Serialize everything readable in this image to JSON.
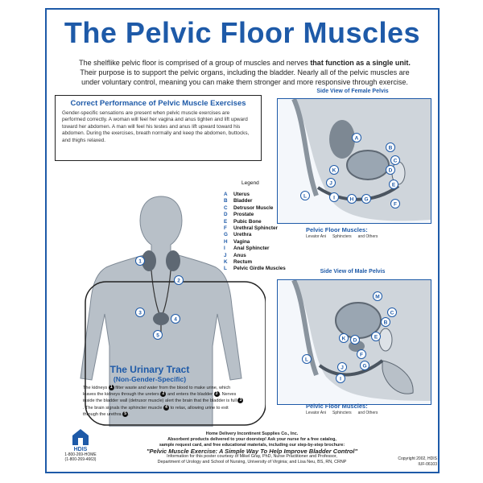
{
  "title": "The Pelvic Floor Muscles",
  "intro": {
    "part1": "The shelflike pelvic floor is comprised of a group of muscles and nerves ",
    "bold": "that function as a single unit.",
    "part2": " Their purpose is to support the pelvic organs, including the bladder.  Nearly all of the pelvic muscles are under voluntary control, meaning you can make them stronger and more responsive through exercise."
  },
  "performance": {
    "heading": "Correct Performance of Pelvic Muscle Exercises",
    "text": "Gender-specific sensations are present when pelvic muscle exercises are performed correctly.  A woman will feel her vagina and anus tighten and lift upward toward her abdomen.  A man will feel his testes and anus lift upward toward his abdomen.  During the exercises, breath normally and keep the abdomen, buttocks, and thighs relaxed."
  },
  "legend": {
    "heading": "Legend",
    "items": [
      {
        "key": "A",
        "label": "Uterus"
      },
      {
        "key": "B",
        "label": "Bladder"
      },
      {
        "key": "C",
        "label": "Detrusor Muscle"
      },
      {
        "key": "D",
        "label": "Prostate"
      },
      {
        "key": "E",
        "label": "Pubic Bone"
      },
      {
        "key": "F",
        "label": "Urethral Sphincter"
      },
      {
        "key": "G",
        "label": "Urethra"
      },
      {
        "key": "H",
        "label": "Vagina"
      },
      {
        "key": "I",
        "label": "Anal Sphincter"
      },
      {
        "key": "J",
        "label": "Anus"
      },
      {
        "key": "K",
        "label": "Rectum"
      },
      {
        "key": "L",
        "label": "Pelvic Girdle Muscles"
      }
    ]
  },
  "female_view": {
    "heading": "Side View of Female Pelvis",
    "markers": [
      "A",
      "B",
      "C",
      "D",
      "E",
      "F",
      "G",
      "H",
      "I",
      "J",
      "K",
      "L"
    ],
    "pfm_label": "Pelvic Floor Muscles:",
    "pfm_items": [
      "Levator Ani",
      "Sphincters",
      "and Others"
    ]
  },
  "male_view": {
    "heading": "Side View of Male Pelvis",
    "markers": [
      "M",
      "C",
      "B",
      "E",
      "D",
      "K",
      "F",
      "G",
      "J",
      "I",
      "L"
    ],
    "pfm_label": "Pelvic Floor Muscles:",
    "pfm_items": [
      "Levator Ani",
      "Sphincters",
      "and Others"
    ]
  },
  "body_markers": [
    "1",
    "2",
    "3",
    "4",
    "5"
  ],
  "urinary": {
    "title": "The Urinary Tract",
    "subtitle": "(Non-Gender-Specific)",
    "text1": "The kidneys ",
    "text2": " filter waste and water from the blood to make urine, which leaves the kidneys through the ureters ",
    "text3": " and enters the bladder ",
    "text4": ". Nerves inside the bladder wall (detrusor muscle) alert the brain that the bladder is full ",
    "text5": ". The brain signals the sphincter muscle ",
    "text6": " to relax, allowing urine to exit through the urethra ",
    "text7": "."
  },
  "footer": {
    "company": "Home Delivery Incontinent Supplies Co., Inc.",
    "line2": "Absorbent products delivered to your doorstep!  Ask your nurse for a free catalog,",
    "line3": "sample request card, and free educational materials, including our step-by-step brochure:",
    "quote": "\"Pelvic Muscle Exercise: A Simple Way To Help Improve Bladder Control\"",
    "credits1": "Information for this poster courtesy of Mikel Gray, PhD, Nurse Practitioner and Professor,",
    "credits2": "Department of Urology and School of Nursing, University of Virginia; and Lisa Neu, BS, RN, CRNP"
  },
  "logo": {
    "text": "HDIS",
    "phone1": "1-800-269-HOME",
    "phone2": "(1-800-269-4663)"
  },
  "copyright": {
    "line1": "Copyright 2002, HDIS",
    "line2": "IUF-06103"
  },
  "colors": {
    "accent": "#1e5aa8",
    "organ": "#9aa6b2",
    "body": "#b8c0c8"
  }
}
